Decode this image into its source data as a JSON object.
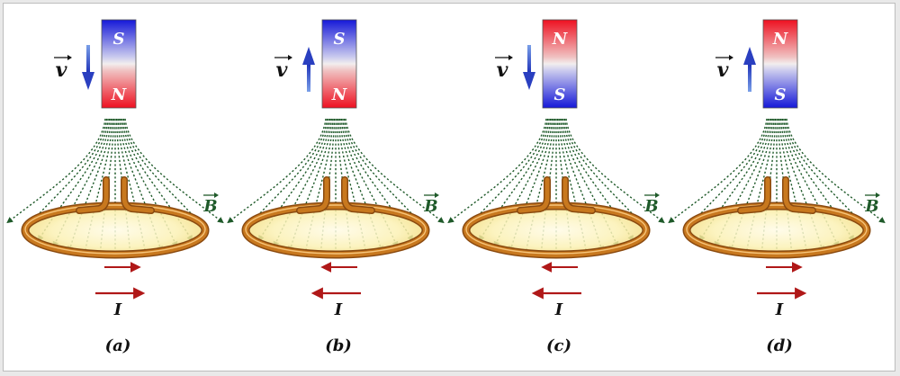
{
  "panels": [
    {
      "id": "a",
      "caption": "(a)",
      "top_pole": "S",
      "bottom_pole": "N",
      "velocity": "down",
      "current": "right"
    },
    {
      "id": "b",
      "caption": "(b)",
      "top_pole": "S",
      "bottom_pole": "N",
      "velocity": "up",
      "current": "left"
    },
    {
      "id": "c",
      "caption": "(c)",
      "top_pole": "N",
      "bottom_pole": "S",
      "velocity": "down",
      "current": "left"
    },
    {
      "id": "d",
      "caption": "(d)",
      "top_pole": "N",
      "bottom_pole": "S",
      "velocity": "up",
      "current": "right"
    }
  ],
  "labels": {
    "velocity": "v",
    "field": "B",
    "current": "I"
  },
  "colors": {
    "north": "#e8112d",
    "south": "#1e22d8",
    "field_lines": "#1f5a2a",
    "coil": "#c8781e",
    "current_arrow": "#b01818",
    "velocity_arrow": "#2a3fc0"
  }
}
